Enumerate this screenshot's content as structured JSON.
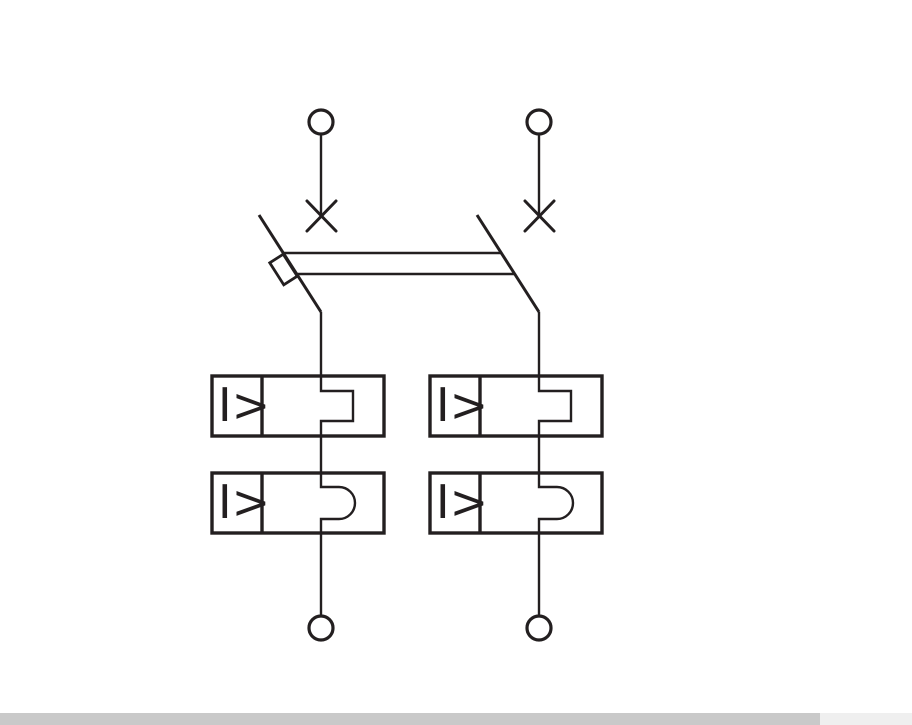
{
  "colors": {
    "ink": "#231f20",
    "bg": "#ffffff",
    "scroll-thumb": "#c9c9c9",
    "scroll-track": "#efefef"
  },
  "diagram": {
    "kind": "electrical-schematic",
    "subject": "two-pole circuit breaker with thermal and magnetic overcurrent releases",
    "pole_count": 2,
    "overcurrent_label": "I>",
    "symbols": [
      "top-terminal",
      "breaker-contact-cross",
      "switch-blade",
      "actuator-box",
      "mechanical-coupling-bar",
      "thermal-overcurrent-release",
      "magnetic-overcurrent-release",
      "bottom-terminal"
    ]
  },
  "scrollbar": {
    "orientation": "horizontal"
  }
}
